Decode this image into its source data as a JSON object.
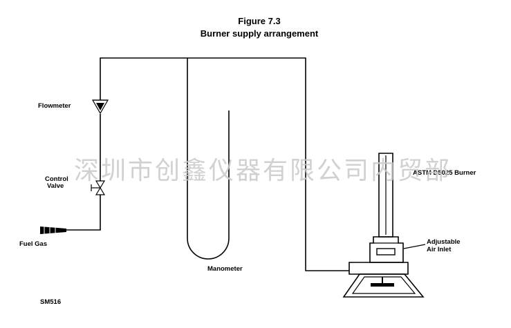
{
  "figure": {
    "number": "Figure 7.3",
    "title": "Burner supply arrangement"
  },
  "labels": {
    "flowmeter": "Flowmeter",
    "control_valve_line1": "Control",
    "control_valve_line2": "Valve",
    "fuel_gas": "Fuel Gas",
    "manometer": "Manometer",
    "burner": "ASTM D5025 Burner",
    "air_inlet_line1": "Adjustable",
    "air_inlet_line2": "Air Inlet",
    "code": "SM516"
  },
  "watermark": "深圳市创鑫仪器有限公司内贸部"
}
